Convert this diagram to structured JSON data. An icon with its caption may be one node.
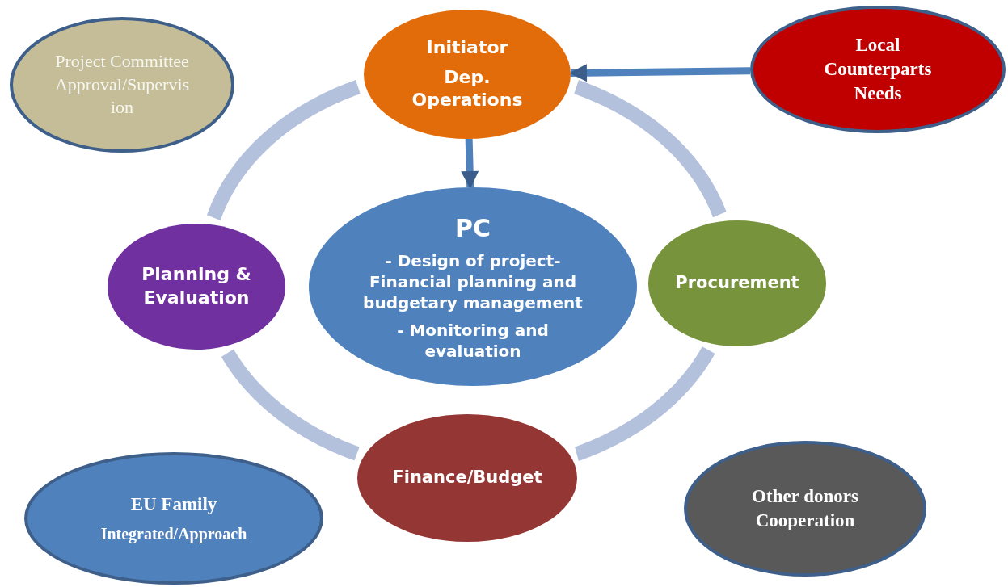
{
  "diagram": {
    "nodes": [
      {
        "text": [
          "Project Committee Approval/Supervis ion"
        ]
      },
      {
        "text": [
          "Initiator",
          "Dep. Operations"
        ]
      },
      {
        "text": [
          "Local Counterparts Needs"
        ]
      },
      {
        "text": [
          "Planning & Evaluation"
        ]
      },
      {
        "text": [
          "PC",
          "- Design of project- Financial planning and budgetary management",
          "- Monitoring and evaluation"
        ]
      },
      {
        "text": [
          "Procurement"
        ]
      },
      {
        "text": [
          "EU Family",
          "Integrated/Approach"
        ]
      },
      {
        "text": [
          "Finance/Budget"
        ]
      },
      {
        "text": [
          "Other donors Cooperation"
        ]
      }
    ],
    "edges": [
      {
        "from": 2,
        "to": 1,
        "arrow": "to",
        "color": "#4f81bd"
      },
      {
        "from": 1,
        "to": 4,
        "arrow": "to",
        "color": "#4f81bd"
      },
      {
        "from": 1,
        "to": 5,
        "arrow": "none"
      },
      {
        "from": 5,
        "to": 7,
        "arrow": "none"
      },
      {
        "from": 7,
        "to": 3,
        "arrow": "none"
      },
      {
        "from": 3,
        "to": 1,
        "arrow": "none"
      }
    ]
  }
}
